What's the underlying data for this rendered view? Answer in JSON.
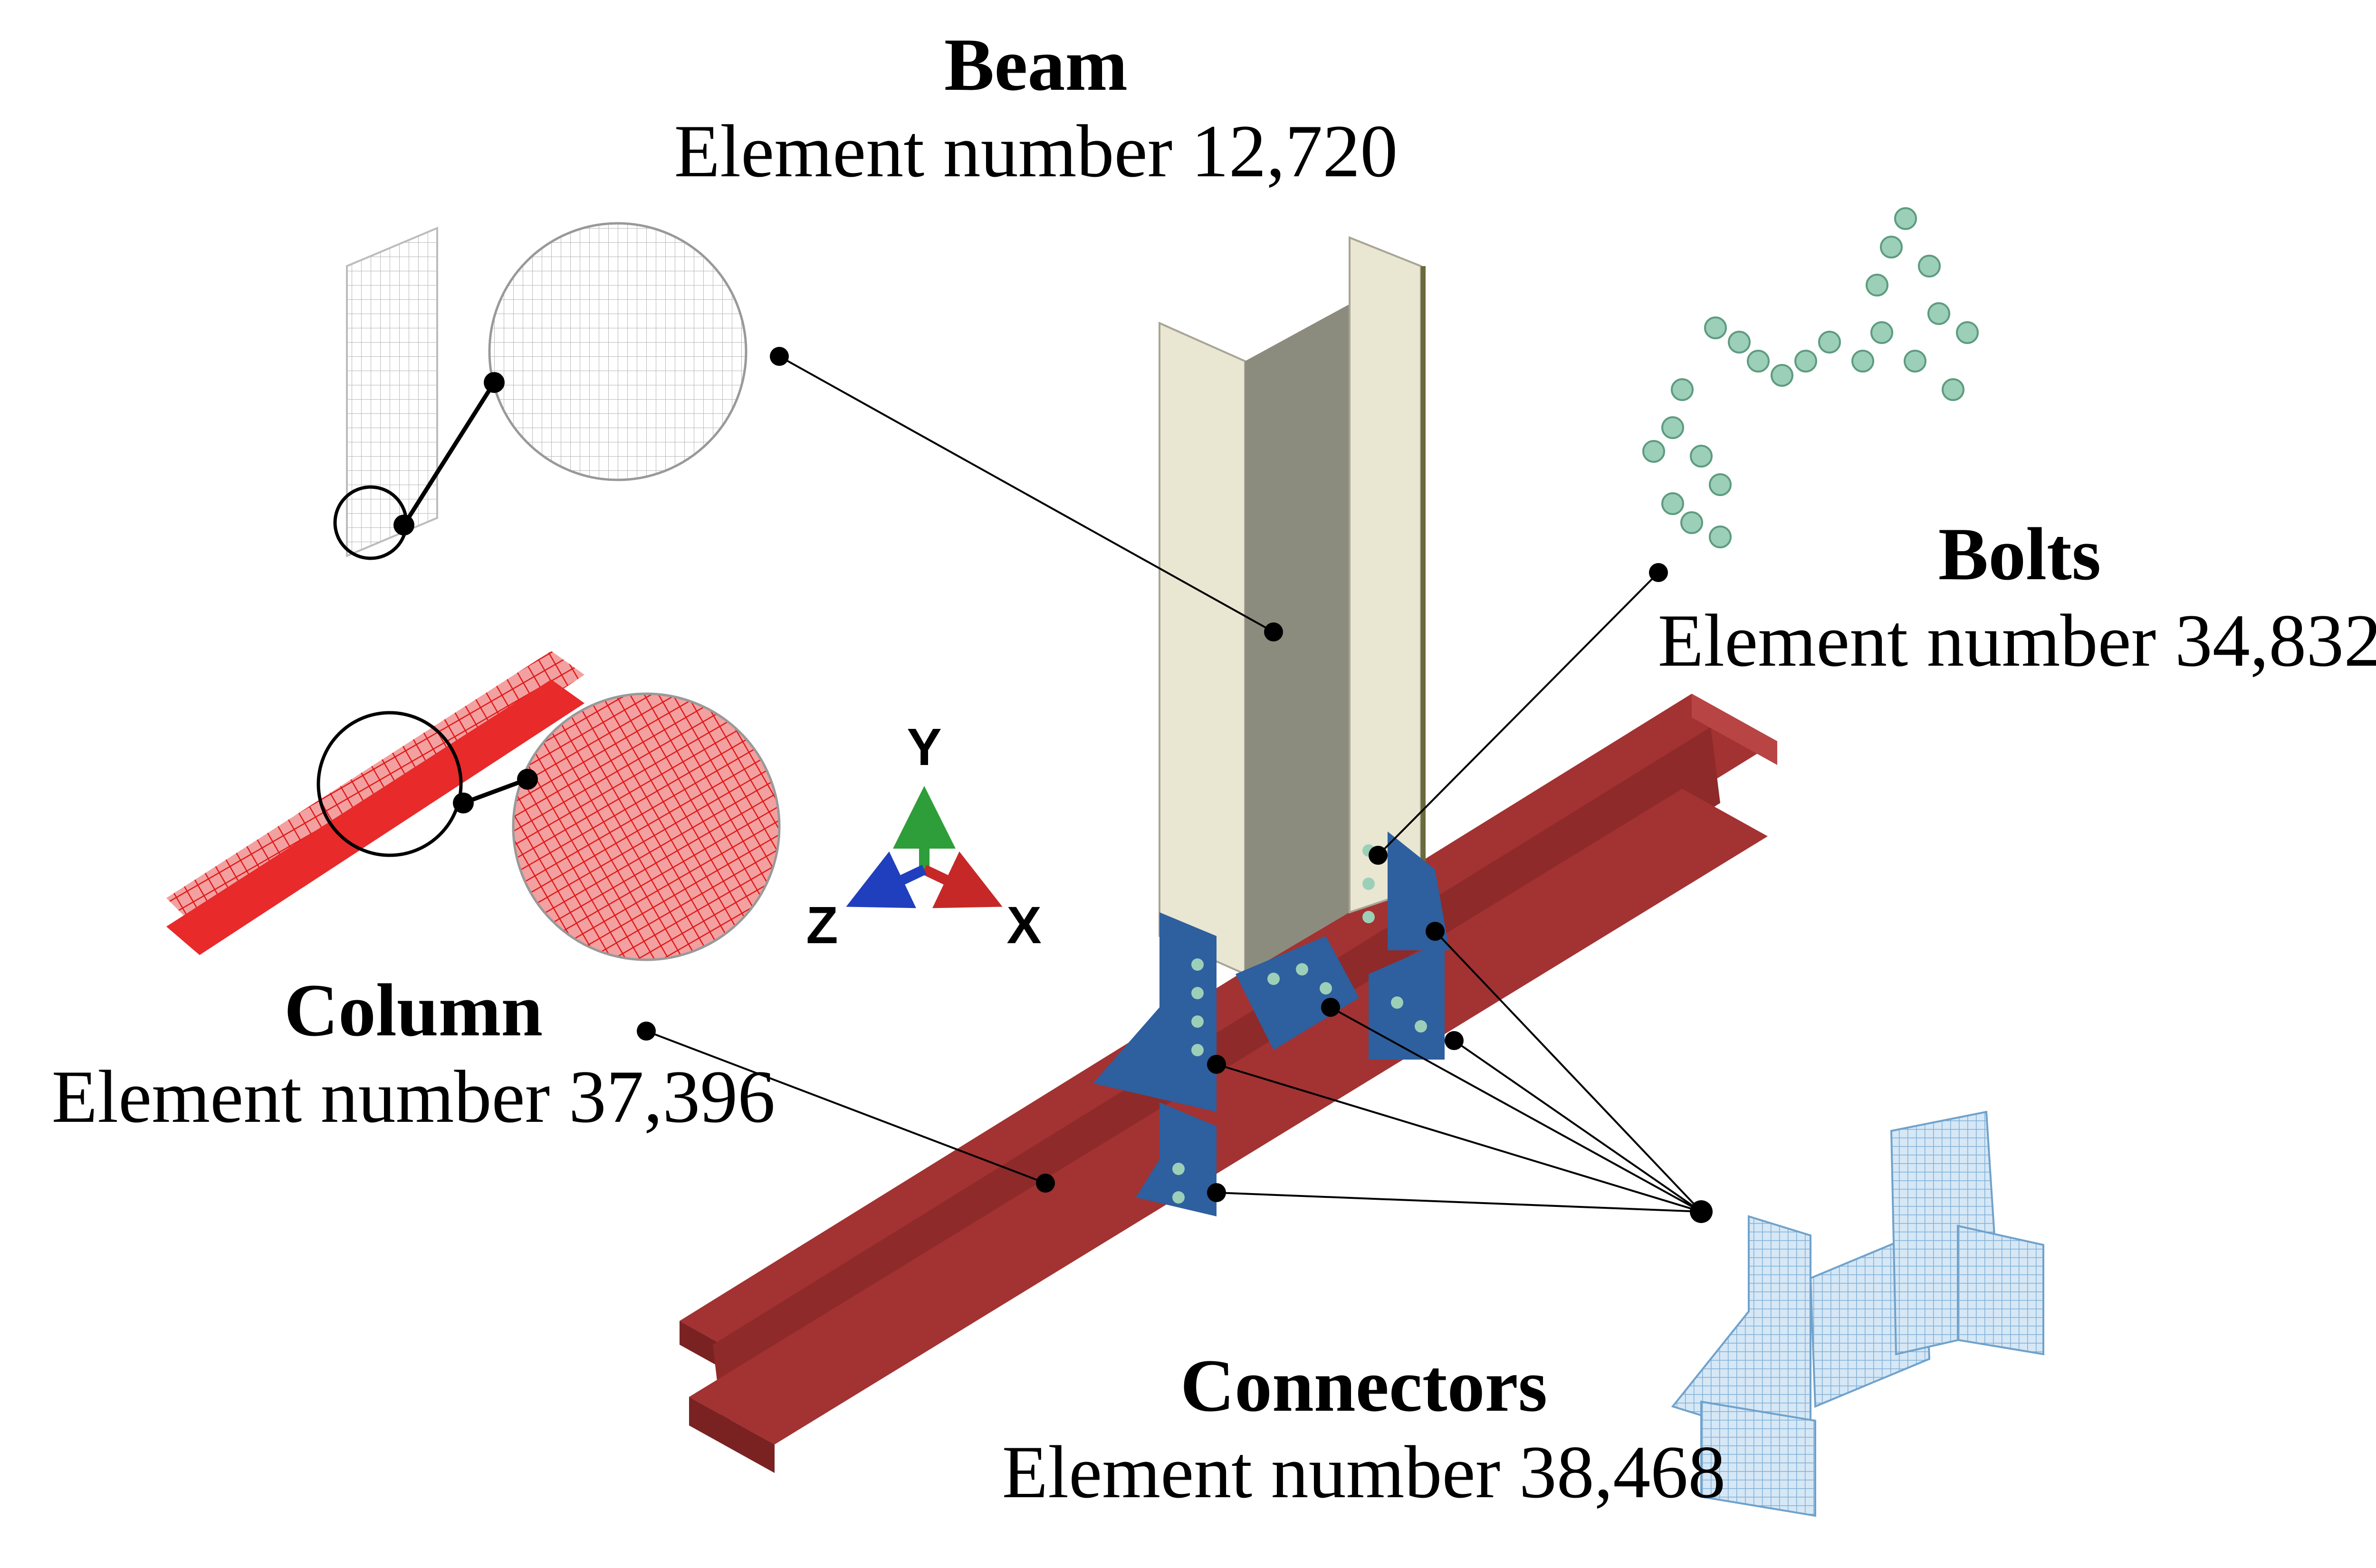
{
  "parts": {
    "beam": {
      "title": "Beam",
      "count": "Element number 12,720"
    },
    "bolts": {
      "title": "Bolts",
      "count": "Element number 34,832"
    },
    "column": {
      "title": "Column",
      "count": "Element number 37,396"
    },
    "connectors": {
      "title": "Connectors",
      "count": "Element number 38,468"
    }
  },
  "axes": {
    "x": "X",
    "y": "Y",
    "z": "Z"
  },
  "colors": {
    "beam_fill": "#e9e6d2",
    "beam_web": "#8c8c7e",
    "column_fill": "#a33232",
    "column_dark": "#7a2222",
    "connector_fill": "#2e5f9e",
    "bolt_fill": "#9ccfb8",
    "connector_mesh": "#a9cbe6",
    "column_mesh": "#e82a2a",
    "axis_x": "#c62828",
    "axis_y": "#2e9e3a",
    "axis_z": "#1f3fbf"
  }
}
